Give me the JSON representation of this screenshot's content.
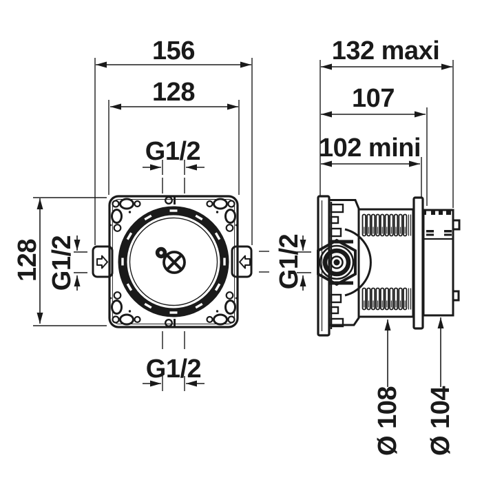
{
  "drawing": {
    "front_view": {
      "width_outer": "156",
      "width_inner": "128",
      "height": "128",
      "thread_top": "G1/2",
      "thread_side": "G1/2",
      "thread_bottom": "G1/2"
    },
    "side_view": {
      "depth_max": "132 maxi",
      "depth_mid": "107",
      "depth_min": "102 mini",
      "thread_inlet": "G1/2",
      "diameter_body": "Ø 108",
      "diameter_sleeve": "Ø 104"
    },
    "colors": {
      "line": "#1a1a1a",
      "background": "#ffffff"
    }
  }
}
